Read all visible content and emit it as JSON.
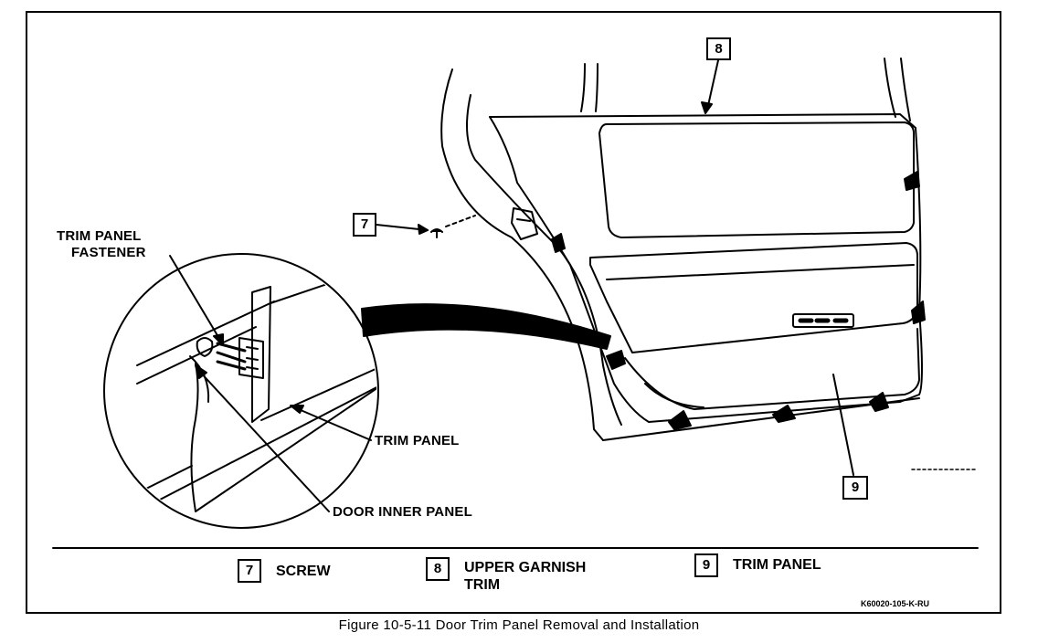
{
  "callouts": {
    "c7": "7",
    "c8": "8",
    "c9": "9"
  },
  "labels": {
    "trim_panel_fastener_line1": "TRIM PANEL",
    "trim_panel_fastener_line2": "FASTENER",
    "trim_panel": "TRIM PANEL",
    "door_inner_panel": "DOOR INNER PANEL"
  },
  "legend": [
    {
      "num": "7",
      "line1": "SCREW",
      "line2": ""
    },
    {
      "num": "8",
      "line1": "UPPER GARNISH",
      "line2": "TRIM"
    },
    {
      "num": "9",
      "line1": "TRIM PANEL",
      "line2": ""
    }
  ],
  "figure_code": "K60020-105-K-RU",
  "caption": "Figure 10-5-11 Door Trim Panel  Removal and Installation"
}
